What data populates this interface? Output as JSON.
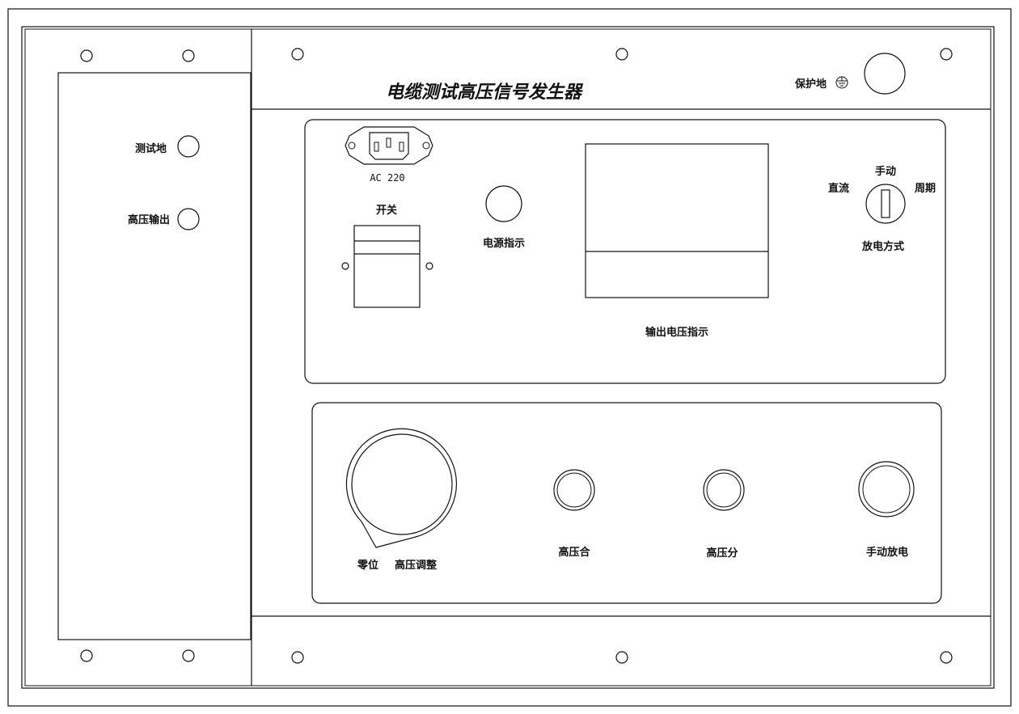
{
  "title": "电缆测试高压信号发生器",
  "labels": {
    "protect_ground": "保护地",
    "test_ground": "测试地",
    "hv_output": "高压输出",
    "ac_power": "AC  220",
    "switch": "开关",
    "power_indicator": "电源指示",
    "output_voltage_indicator": "输出电压指示",
    "discharge_mode": "放电方式",
    "mode_manual": "手动",
    "mode_dc": "直流",
    "mode_periodic": "周期",
    "zero": "零位",
    "hv_adjust": "高压调整",
    "hv_on": "高压合",
    "hv_off": "高压分",
    "manual_discharge": "手动放电"
  },
  "icons": {
    "ground": "ground-symbol-icon",
    "iec_inlet": "iec-power-inlet-icon"
  }
}
